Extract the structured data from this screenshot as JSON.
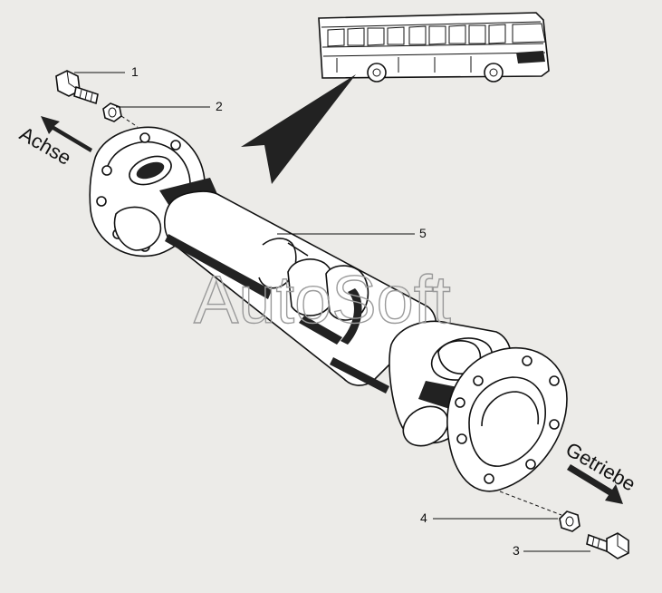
{
  "callouts": [
    {
      "id": "1",
      "text": "1"
    },
    {
      "id": "2",
      "text": "2"
    },
    {
      "id": "3",
      "text": "3"
    },
    {
      "id": "4",
      "text": "4"
    },
    {
      "id": "5",
      "text": "5"
    }
  ],
  "directions": {
    "left": "Achse",
    "right": "Getriebe"
  },
  "watermark": "AutoSoft",
  "colors": {
    "background": "#ecebe8",
    "line": "#111111",
    "watermark": "#9a9a9a"
  },
  "icons": [
    "bus-icon",
    "pointer-arrow-icon",
    "bolt-icon",
    "nut-icon",
    "drive-shaft-icon",
    "flange-icon",
    "direction-arrow-icon"
  ]
}
